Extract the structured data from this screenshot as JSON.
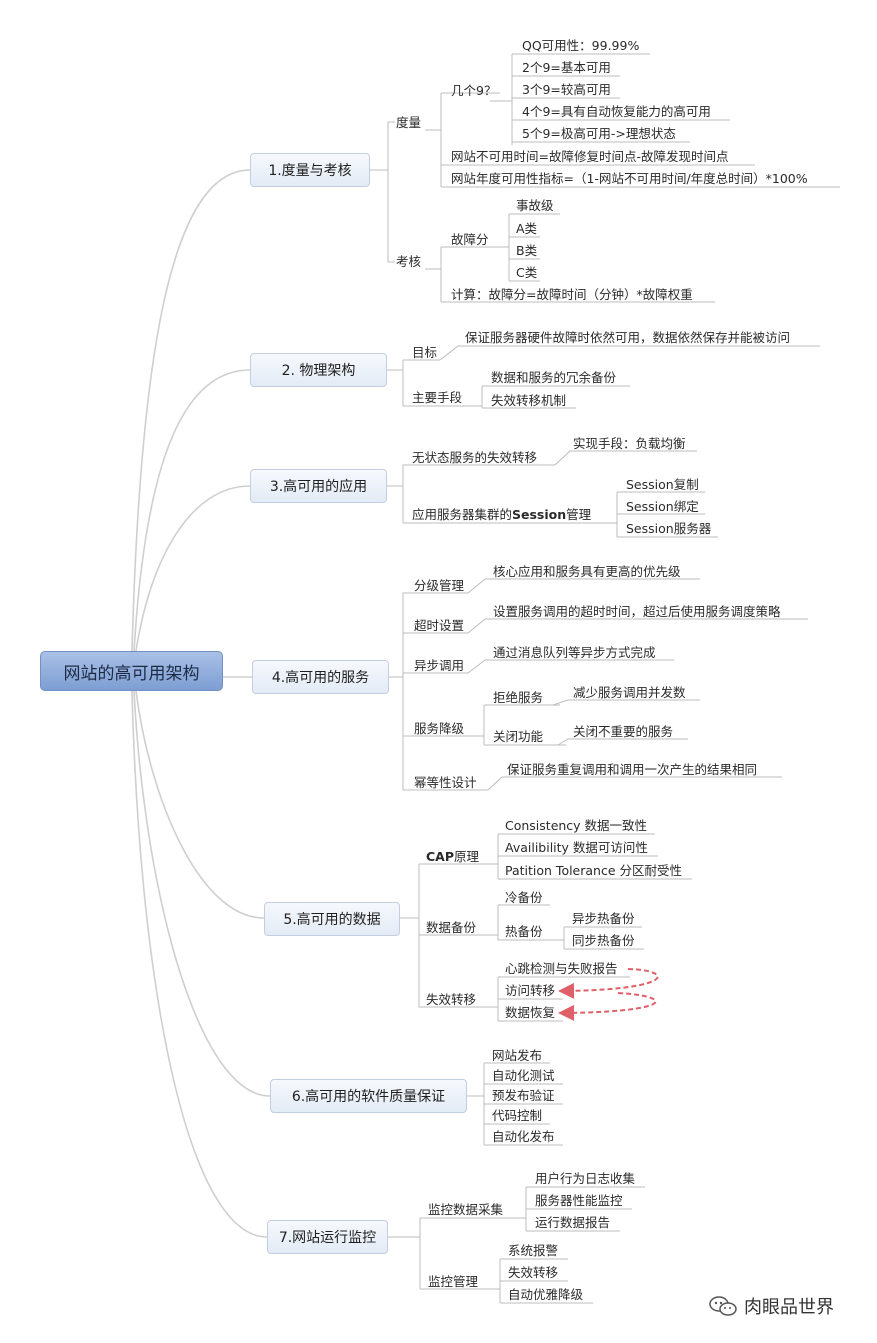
{
  "root": "网站的高可用架构",
  "b1": {
    "title": "1.度量与考核",
    "metric": "度量",
    "nines_q": "几个9？",
    "nines": [
      "QQ可用性：99.99%",
      "2个9=基本可用",
      "3个9=较高可用",
      "4个9=具有自动恢复能力的高可用",
      "5个9=极高可用->理想状态"
    ],
    "downtime": "网站不可用时间=故障修复时间点-故障发现时间点",
    "annual": "网站年度可用性指标=（1-网站不可用时间/年度总时间）*100%",
    "assess": "考核",
    "fault_score": "故障分",
    "levels": [
      "事故级",
      "A类",
      "B类",
      "C类"
    ],
    "calc": "计算：故障分=故障时间（分钟）*故障权重"
  },
  "b2": {
    "title": "2. 物理架构",
    "goal": "目标",
    "goal_text": "保证服务器硬件故障时依然可用，数据依然保存并能被访问",
    "means": "主要手段",
    "means_items": [
      "数据和服务的冗余备份",
      "失效转移机制"
    ]
  },
  "b3": {
    "title": "3.高可用的应用",
    "stateless": "无状态服务的失效转移",
    "stateless_way": "实现手段：负载均衡",
    "session_pre": "应用服务器集群的",
    "session_bold": "Session",
    "session_post": "管理",
    "session_items": [
      "Session复制",
      "Session绑定",
      "Session服务器"
    ]
  },
  "b4": {
    "title": "4.高可用的服务",
    "grading": "分级管理",
    "grading_text": "核心应用和服务具有更高的优先级",
    "timeout": "超时设置",
    "timeout_text": "设置服务调用的超时时间，超过后使用服务调度策略",
    "async": "异步调用",
    "async_text": "通过消息队列等异步方式完成",
    "degrade": "服务降级",
    "reject": "拒绝服务",
    "reject_text": "减少服务调用并发数",
    "close": "关闭功能",
    "close_text": "关闭不重要的服务",
    "idempotent": "幂等性设计",
    "idempotent_text": "保证服务重复调用和调用一次产生的结果相同"
  },
  "b5": {
    "title": "5.高可用的数据",
    "cap_bold": "CAP",
    "cap_post": "原理",
    "cap_items": [
      "Consistency 数据一致性",
      "Availibility 数据可访问性",
      "Patition Tolerance 分区耐受性"
    ],
    "backup": "数据备份",
    "cold": "冷备份",
    "hot": "热备份",
    "hot_items": [
      "异步热备份",
      "同步热备份"
    ],
    "failover": "失效转移",
    "failover_items": [
      "心跳检测与失败报告",
      "访问转移",
      "数据恢复"
    ]
  },
  "b6": {
    "title": "6.高可用的软件质量保证",
    "items": [
      "网站发布",
      "自动化测试",
      "预发布验证",
      "代码控制",
      "自动化发布"
    ]
  },
  "b7": {
    "title": "7.网站运行监控",
    "collect": "监控数据采集",
    "collect_items": [
      "用户行为日志收集",
      "服务器性能监控",
      "运行数据报告"
    ],
    "manage": "监控管理",
    "manage_items": [
      "系统报警",
      "失效转移",
      "自动优雅降级"
    ]
  },
  "watermark": "肉眼品世界",
  "colors": {
    "wire": "#cfcfcf",
    "underline": "#bdbdbd",
    "arrow": "#e0606a"
  }
}
